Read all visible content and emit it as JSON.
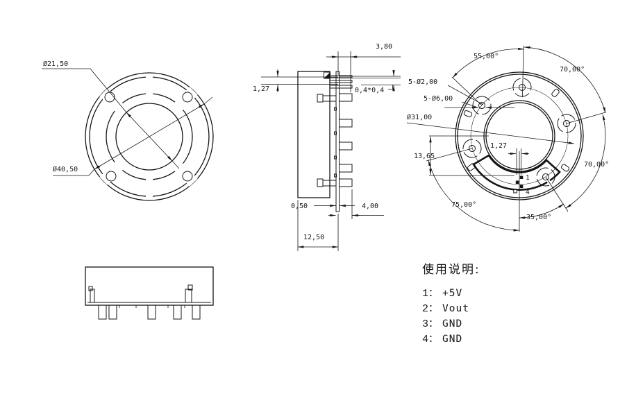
{
  "drawing": {
    "top_view": {
      "inner_dia": "Ø21,50",
      "outer_dia": "Ø40,50"
    },
    "side_view": {
      "pin_row_width": "3,80",
      "ring_pitch": "1,27",
      "rib_section": "0,4*0,4",
      "pcb_thickness": "0,50",
      "pin_length": "4,00",
      "body_depth": "12,50"
    },
    "back_view": {
      "angle_top_left": "55,00°",
      "angle_top_right": "70,00°",
      "angle_right": "70,00°",
      "angle_bottom_left": "75,00°",
      "angle_bottom": "35,00°",
      "small_holes": "5-Ø2,00",
      "large_holes": "5-Ø6,00",
      "bolt_circle_dia": "Ø31,00",
      "pin_row_offset": "13,65",
      "pin_pitch": "1,27",
      "first_pin": "1",
      "last_pin": "4"
    }
  },
  "legend": {
    "title": "使用说明:",
    "separator": "：",
    "items": [
      {
        "num": "1",
        "label": "+5V"
      },
      {
        "num": "2",
        "label": "Vout"
      },
      {
        "num": "3",
        "label": "GND"
      },
      {
        "num": "4",
        "label": "GND"
      }
    ]
  },
  "colors": {
    "line": "#151515",
    "background": "#ffffff"
  }
}
